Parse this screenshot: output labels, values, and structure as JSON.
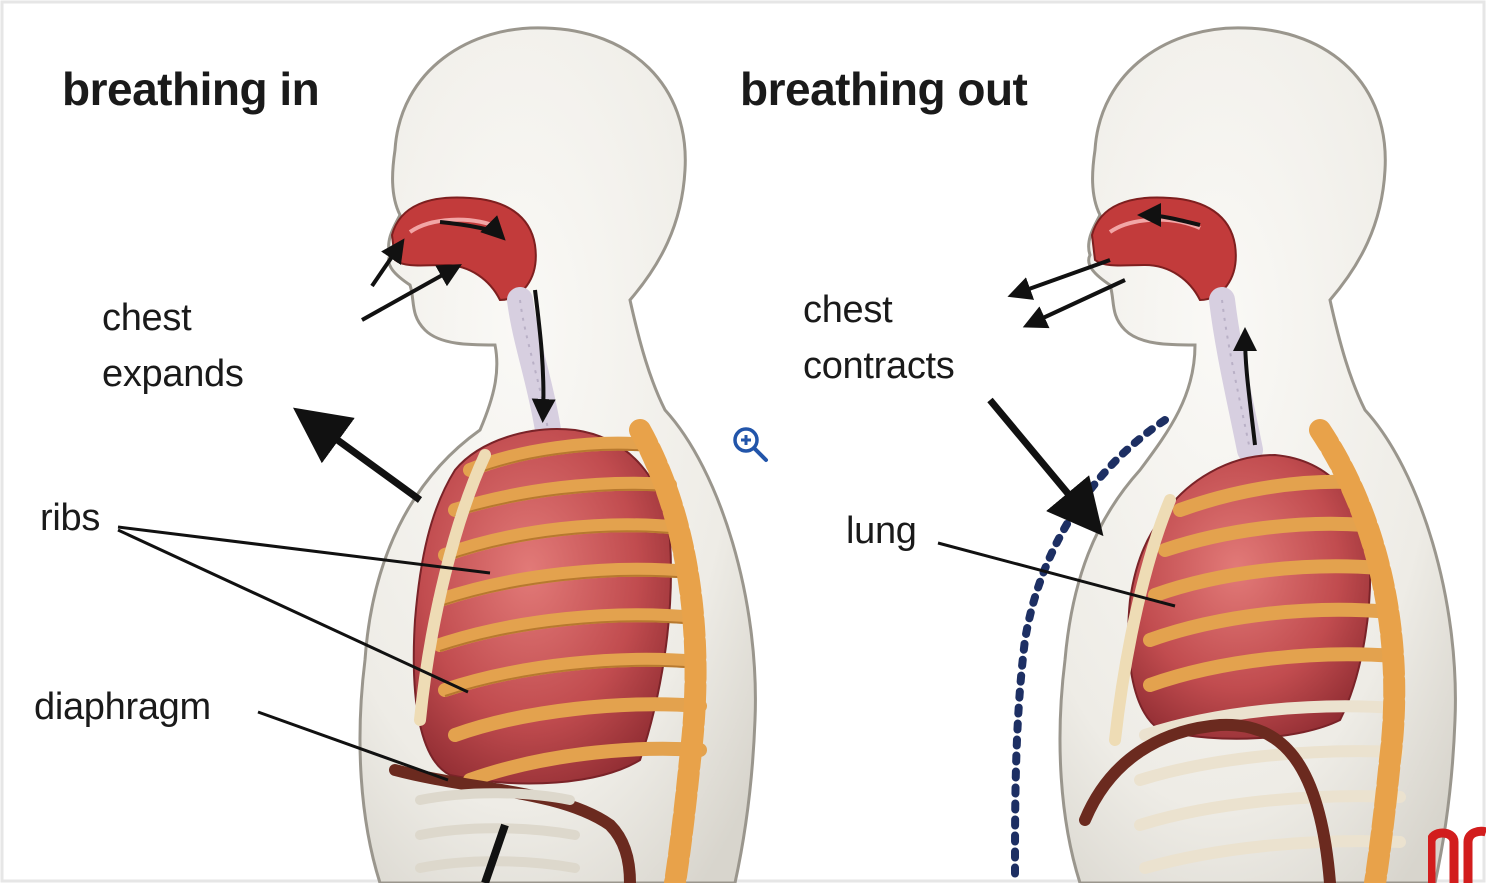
{
  "panels": {
    "inhale": {
      "title": "breathing in",
      "labels": {
        "chest_line1": "chest",
        "chest_line2": "expands",
        "ribs": "ribs",
        "diaphragm": "diaphragm"
      }
    },
    "exhale": {
      "title": "breathing out",
      "labels": {
        "chest_line1": "chest",
        "chest_line2": "contracts",
        "lung": "lung"
      }
    }
  },
  "icons": {
    "zoom": "zoom-in-icon"
  },
  "colors": {
    "body_fill": "#f1efe9",
    "body_outline": "#9a968d",
    "rib": "#e3a24e",
    "lung": "#b9444a",
    "airway": "#c23b3b",
    "arrow": "#111111",
    "dotted_outline": "#1d2f63",
    "zoom_icon": "#2255aa",
    "corner_mark": "#d21d1d"
  }
}
